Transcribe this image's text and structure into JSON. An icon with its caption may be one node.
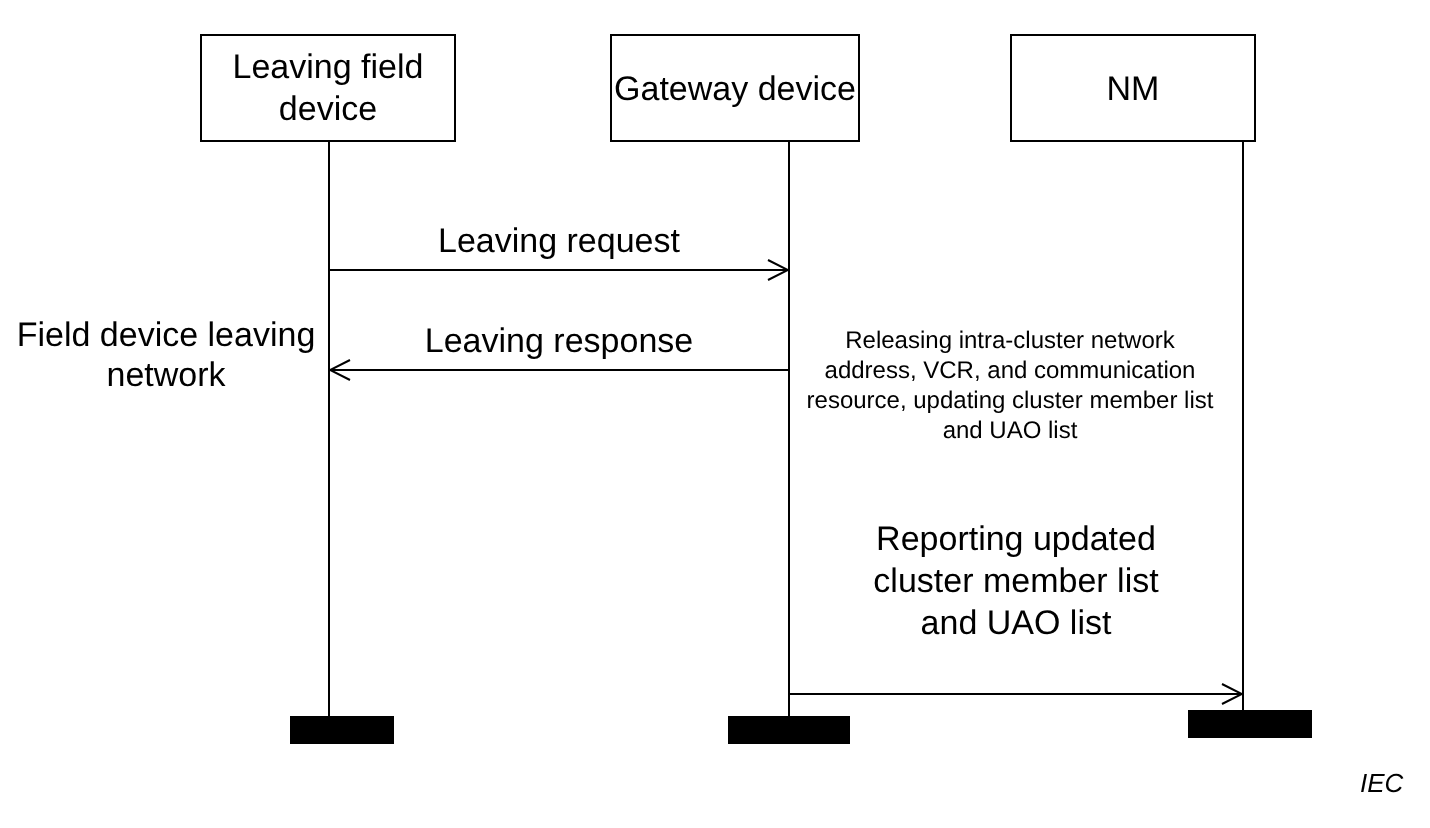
{
  "diagram": {
    "nodes": [
      {
        "text": [
          "Leaving field device"
        ]
      },
      {
        "text": [
          "Gateway device"
        ]
      },
      {
        "text": [
          "NM"
        ]
      },
      {
        "text": [],
        "shape": "line"
      },
      {
        "text": [],
        "shape": "line"
      },
      {
        "text": [],
        "shape": "line"
      }
    ],
    "edges": [
      {
        "from": 3,
        "to": 4,
        "arrow": "to",
        "label": "Leaving request"
      },
      {
        "from": 4,
        "to": 3,
        "arrow": "to",
        "label": "Leaving response"
      },
      {
        "from": 4,
        "to": 5,
        "arrow": "to",
        "label": "Reporting updated cluster member list and UAO list"
      }
    ],
    "labels": [
      "Field device leaving network",
      "Releasing intra-cluster network address, VCR, and communication resource, updating cluster member list and UAO list",
      "IEC"
    ]
  }
}
